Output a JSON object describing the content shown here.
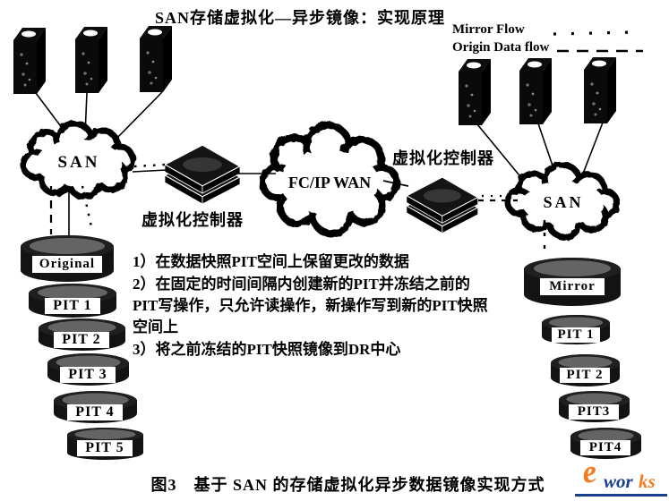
{
  "title": "SAN存储虚拟化—异步镜像：实现原理",
  "legend": {
    "mirror_label": "Mirror Flow",
    "origin_label": "Origin Data flow"
  },
  "nodes": {
    "left_san": "SAN",
    "wan": "FC/IP WAN",
    "right_san": "SAN",
    "left_controller": "虚拟化控制器",
    "right_controller": "虚拟化控制器"
  },
  "left_stack": [
    "Original",
    "PIT 1",
    "PIT 2",
    "PIT 3",
    "PIT 4",
    "PIT 5"
  ],
  "right_stack": [
    "Mirror",
    "PIT 1",
    "PIT 2",
    "PIT3",
    "PIT4"
  ],
  "notes": [
    "1）在数据快照PIT空间上保留更改的数据",
    "2）在固定的时间间隔内创建新的PIT并冻结之前的PIT写操作，只允许读操作，新操作写到新的PIT快照空间上",
    "3）将之前冻结的PIT快照镜像到DR中心"
  ],
  "caption": "图3　基于 SAN 的存储虚拟化异步数据镜像实现方式",
  "logo": {
    "e": "e",
    "wor": "wor",
    "ks": "ks"
  },
  "colors": {
    "logo_orange": "#f47b20",
    "logo_navy": "#1b3f8f",
    "ink": "#000000"
  }
}
